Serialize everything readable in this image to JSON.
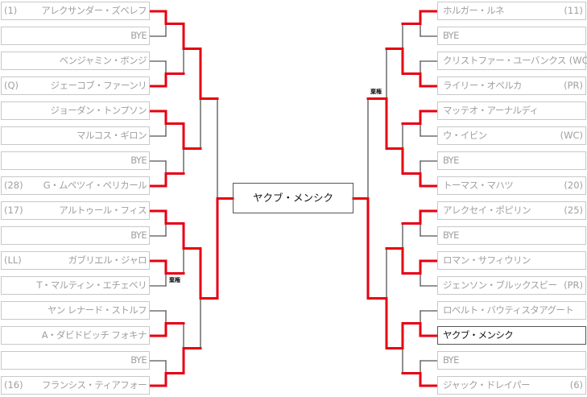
{
  "colors": {
    "win": "#e60012",
    "line": "#555555"
  },
  "final": {
    "winner": "ヤクブ・メンシク"
  },
  "walkover_label": "棄権",
  "left": {
    "entries": [
      {
        "seed": "(1)",
        "name": "アレクサンダー・ズベレフ"
      },
      {
        "seed": "",
        "name": "BYE"
      },
      {
        "seed": "",
        "name": "ベンジャミン・ボンジ"
      },
      {
        "seed": "(Q)",
        "name": "ジェーコブ・ファーンリ"
      },
      {
        "seed": "",
        "name": "ジョーダン・トンプソン"
      },
      {
        "seed": "",
        "name": "マルコス・ギロン"
      },
      {
        "seed": "",
        "name": "BYE"
      },
      {
        "seed": "(28)",
        "name": "G・ムペツイ・ペリカール"
      },
      {
        "seed": "(17)",
        "name": "アルトゥール・フィス"
      },
      {
        "seed": "",
        "name": "BYE"
      },
      {
        "seed": "(LL)",
        "name": "ガブリエル・ジャロ"
      },
      {
        "seed": "",
        "name": "T・マルティン・エチェベリ"
      },
      {
        "seed": "",
        "name": "ヤン レナード・ストルフ"
      },
      {
        "seed": "",
        "name": "A・ダビドビッチ フォキナ"
      },
      {
        "seed": "",
        "name": "BYE"
      },
      {
        "seed": "(16)",
        "name": "フランシス・ティアフォー"
      }
    ],
    "winners": [
      [
        0,
        1,
        0,
        1,
        0,
        0,
        1,
        1
      ],
      [
        0,
        0,
        0,
        1
      ],
      [
        0,
        0
      ],
      [
        1
      ]
    ]
  },
  "right": {
    "entries": [
      {
        "seed": "(11)",
        "name": "ホルガー・ルネ"
      },
      {
        "seed": "",
        "name": "BYE"
      },
      {
        "seed": "(WC)",
        "name": "クリストファー・ユーバンクス"
      },
      {
        "seed": "(PR)",
        "name": "ライリー・オペルカ"
      },
      {
        "seed": "",
        "name": "マッテオ・アーナルディ"
      },
      {
        "seed": "(WC)",
        "name": "ウ・イビン"
      },
      {
        "seed": "",
        "name": "BYE"
      },
      {
        "seed": "(20)",
        "name": "トーマス・マハツ"
      },
      {
        "seed": "(25)",
        "name": "アレクセイ・ポピリン"
      },
      {
        "seed": "",
        "name": "BYE"
      },
      {
        "seed": "",
        "name": "ロマン・サフィウリン"
      },
      {
        "seed": "(PR)",
        "name": "ジェンソン・ブルックスビー"
      },
      {
        "seed": "",
        "name": "ロベルト・バウティスタアグート"
      },
      {
        "seed": "",
        "name": "ヤクブ・メンシク"
      },
      {
        "seed": "",
        "name": "BYE"
      },
      {
        "seed": "(6)",
        "name": "ジャック・ドレイパー"
      }
    ],
    "winners": [
      [
        0,
        1,
        0,
        1,
        0,
        0,
        1,
        1
      ],
      [
        1,
        1,
        1,
        0
      ],
      [
        1,
        1
      ],
      [
        1
      ]
    ]
  }
}
